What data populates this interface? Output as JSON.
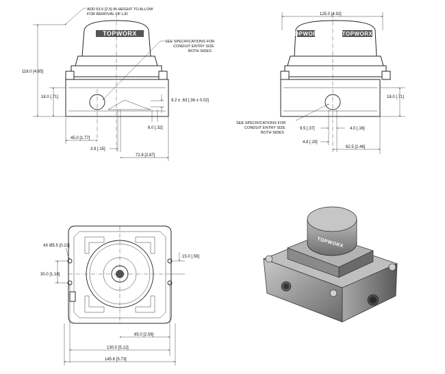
{
  "front_view": {
    "note_lid": "ADD 63.5 [2.5] IN HEIGHT TO ALLOW",
    "note_lid_2": "FOR REMOVAL OF LID",
    "note_conduit": "SEE SPECIFICATIONS FOR",
    "note_conduit_2": "CONDUIT ENTRY SIZE",
    "note_conduit_3": "BOTH SIDES",
    "brand": "TOPWORX",
    "dim_height": "118.0 [4.65]",
    "dim_base": "18.0 [.71]",
    "dim_offset": "9.2 ± .63 [.36 ± 0.02]",
    "dim_small": "8.0 [.32]",
    "dim_left": "45.0 [1.77]",
    "dim_pin": "3.9 [.15]",
    "dim_right": "72.8 [2.87]"
  },
  "side_view": {
    "dim_width": "125.0 [4.92]",
    "brand": "TOPWORX",
    "dim_base": "18.0 [.71]",
    "note_conduit": "SEE SPECIFICATIONS FOR",
    "note_conduit_2": "CONDUIT ENTRY SIZE",
    "note_conduit_3": "BOTH SIDES",
    "dim_a": "9.5 [.37]",
    "dim_b": "4.0 [.16]",
    "dim_c": "4.8 [.19]",
    "dim_d": "62.5 [2.46]"
  },
  "top_view": {
    "dim_holes": "4X Ø5.5 [0.22]",
    "dim_hole_offset": "15.0 [.59]",
    "dim_vert": "30.0 [1.18]",
    "dim_half": "65.0 [2.56]",
    "dim_inner": "130.0 [5.12]",
    "dim_outer": "145.6 [5.73]"
  },
  "iso_view": {
    "brand": "TOPWORX"
  },
  "colors": {
    "line": "#222222",
    "body_gray": "#9a9a9a",
    "lid_gray": "#7d7d7d"
  }
}
